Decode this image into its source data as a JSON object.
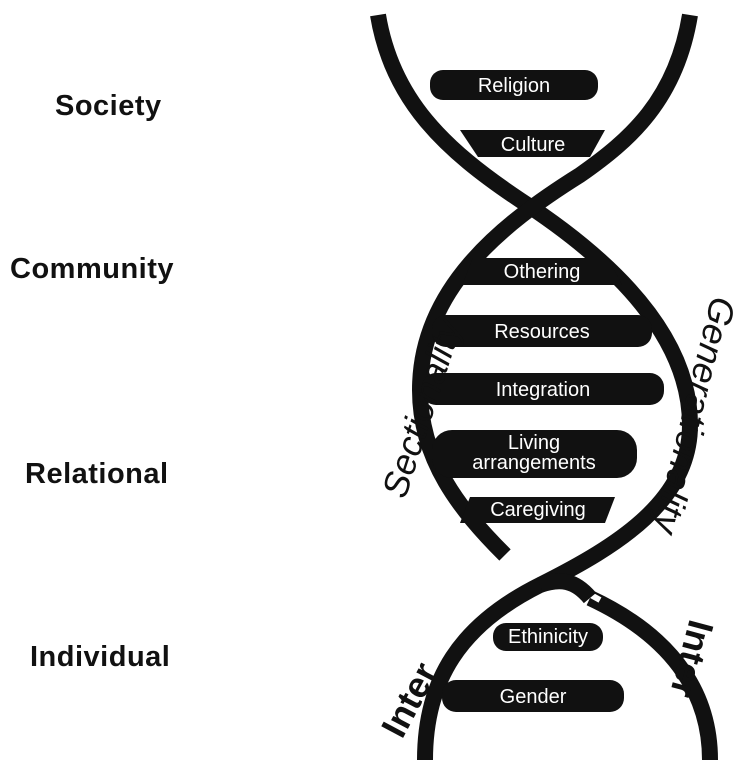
{
  "levels": {
    "society": "Society",
    "community": "Community",
    "relational": "Relational",
    "individual": "Individual"
  },
  "strand_labels": {
    "left_upper": "Sectionality",
    "right_upper": "Generationality",
    "left_lower": "Inter",
    "right_lower": "Inter"
  },
  "rungs": {
    "religion": "Religion",
    "culture": "Culture",
    "othering": "Othering",
    "resources": "Resources",
    "integration": "Integration",
    "living_line1": "Living",
    "living_line2": "arrangements",
    "caregiving": "Caregiving",
    "ethnicity": "Ethinicity",
    "gender": "Gender"
  },
  "colors": {
    "ink": "#111111",
    "label_text": "#ffffff",
    "background": "#ffffff"
  }
}
